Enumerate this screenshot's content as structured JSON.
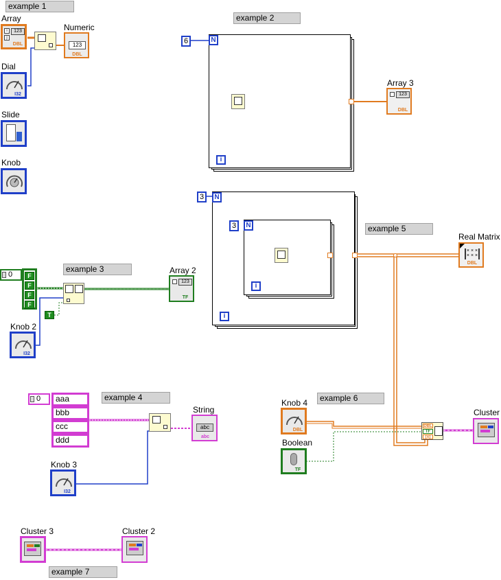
{
  "labels": {
    "array": "Array",
    "numeric": "Numeric",
    "dial": "Dial",
    "slide": "Slide",
    "knob": "Knob",
    "array3": "Array 3",
    "real_matrix": "Real Matrix",
    "array2": "Array 2",
    "knob2": "Knob 2",
    "string": "String",
    "knob3": "Knob 3",
    "knob4": "Knob 4",
    "boolean": "Boolean",
    "cluster": "Cluster",
    "cluster3": "Cluster 3",
    "cluster2": "Cluster 2"
  },
  "examples": {
    "ex1": "example 1",
    "ex2": "example 2",
    "ex3": "example 3",
    "ex4": "example 4",
    "ex5": "example 5",
    "ex6": "example 6",
    "ex7": "example 7"
  },
  "constants": {
    "loop2_count": "6",
    "loop5_outer_count": "3",
    "loop5_inner_count": "3",
    "n_symbol": "N",
    "i_symbol": "i",
    "bool_index": "0",
    "bool_items": [
      "F",
      "F",
      "F",
      "F"
    ],
    "bool_true": "T",
    "str_index": "0",
    "str_items": [
      "aaa",
      "bbb",
      "ccc",
      "ddd"
    ]
  },
  "type_tags": {
    "dbl": "DBL",
    "i32": "I32",
    "tf": "TF",
    "abc": "abc",
    "num_display": "123",
    "abc_display": "abc",
    "cluster_tf": "TF",
    "cluster_i32": "I32"
  },
  "colors": {
    "dbl_wire": "#e07a1f",
    "int_wire": "#1f3fc8",
    "bool_wire": "#1f7d1f",
    "string_wire": "#d23cd2",
    "example_label_bg": "#d4d4d4",
    "node_bg": "#fdfbd0"
  }
}
